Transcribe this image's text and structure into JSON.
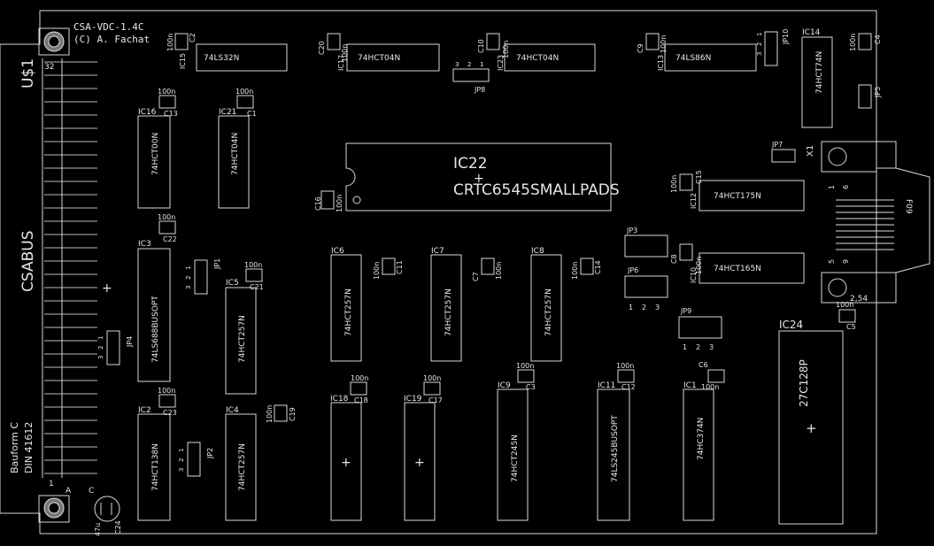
{
  "board": {
    "title": "CSA-VDC-1.4C",
    "author": "(C) A. Fachat",
    "bus_name": "CSABUS",
    "connector_name": "U$1",
    "form_line1": "Bauform C",
    "form_line2": "DIN 41612",
    "pin_32": "32",
    "pin_1": "1",
    "row_a": "A",
    "row_c": "C"
  },
  "crtc": {
    "name": "IC22",
    "value": "CRTC6545SMALLPADS"
  },
  "top_row": [
    {
      "name": "IC15",
      "value": "74LS32N"
    },
    {
      "name": "IC17",
      "value": "74HCT04N"
    },
    {
      "name": "IC23",
      "value": "74HCT04N"
    },
    {
      "name": "IC13",
      "value": "74LS86N"
    }
  ],
  "top_caps": [
    {
      "name": "C2",
      "value": "100n"
    },
    {
      "name": "C20",
      "value": "100n"
    },
    {
      "name": "C10",
      "value": "100n"
    },
    {
      "name": "C9",
      "value": "100n"
    },
    {
      "name": "C4",
      "value": "100n"
    }
  ],
  "ic14": {
    "name": "IC14",
    "value": "74HCT74N"
  },
  "left_ics": [
    {
      "name": "IC16",
      "value": "74HCT00N",
      "cap": "C13",
      "cap_value": "100n"
    },
    {
      "name": "IC21",
      "value": "74HCT04N",
      "cap": "C1",
      "cap_value": "100n"
    },
    {
      "name": "IC3",
      "value": "74LS688BUSOPT",
      "cap": "C22",
      "cap_value": "100n"
    },
    {
      "name": "IC5",
      "value": "74HCT257N",
      "cap": "C21",
      "cap_value": "100n"
    },
    {
      "name": "IC2",
      "value": "74HCT138N",
      "cap": "C23",
      "cap_value": "100n"
    },
    {
      "name": "IC4",
      "value": "74HCT257N",
      "cap": "C19",
      "cap_value": "100n"
    }
  ],
  "mid_ics": [
    {
      "name": "IC6",
      "value": "74HCT257N",
      "cap": "C11",
      "cap_value": "100n"
    },
    {
      "name": "IC7",
      "value": "74HCT257N",
      "cap": "C7",
      "cap_value": "100n"
    },
    {
      "name": "IC8",
      "value": "74HCT257N",
      "cap": "C14",
      "cap_value": "100n"
    }
  ],
  "bottom_ics": [
    {
      "name": "IC18",
      "value": "",
      "cap": "C18",
      "cap_value": "100n"
    },
    {
      "name": "IC19",
      "value": "",
      "cap": "C17",
      "cap_value": "100n"
    },
    {
      "name": "IC9",
      "value": "74HCT245N",
      "cap": "C3",
      "cap_value": "100n"
    },
    {
      "name": "IC11",
      "value": "74LS245BUSOPT",
      "cap": "C12",
      "cap_value": "100n"
    },
    {
      "name": "IC1",
      "value": "74HC374N",
      "cap": "C6",
      "cap_value": "100n"
    }
  ],
  "right_ics": [
    {
      "name": "IC12",
      "value": "74HCT175N",
      "cap": "C15",
      "cap_value": "100n"
    },
    {
      "name": "IC10",
      "value": "74HCT165N",
      "cap": "C8",
      "cap_value": "100n"
    }
  ],
  "eprom": {
    "name": "IC24",
    "value": "27C128P",
    "cap": "C5",
    "cap_value": "100n"
  },
  "crtc_cap": {
    "name": "C16",
    "value": "100n"
  },
  "elko": {
    "name": "C24",
    "value": "47u"
  },
  "jumpers": [
    "JP1",
    "JP2",
    "JP3",
    "JP4",
    "JP5",
    "JP6",
    "JP7",
    "JP8",
    "JP9",
    "JP10"
  ],
  "pin_labels": {
    "one": "1",
    "two": "2",
    "three": "3"
  },
  "connector": {
    "name": "X1",
    "type": "F09",
    "pin1": "1",
    "pin5": "5",
    "pin6": "6",
    "pin9": "9",
    "dim": "2,54"
  }
}
